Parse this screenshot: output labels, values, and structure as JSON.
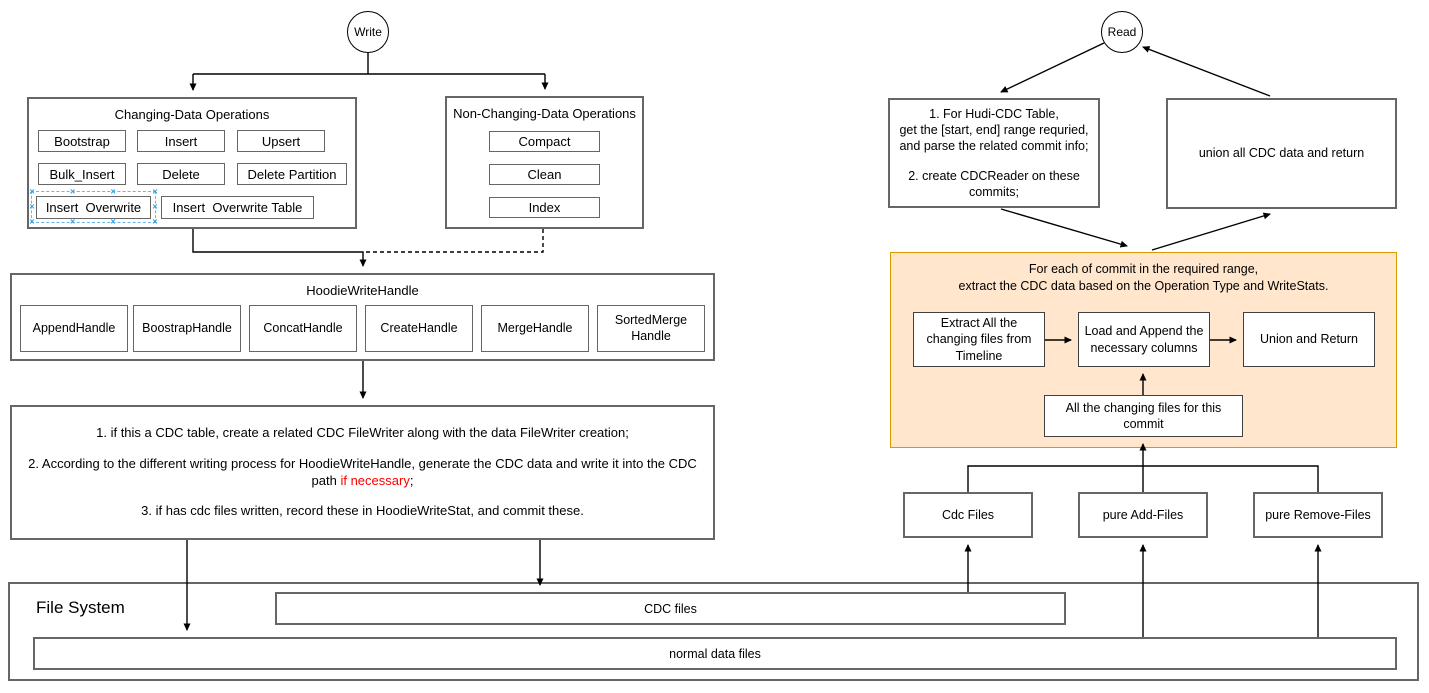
{
  "diagram": {
    "write_label": "Write",
    "read_label": "Read",
    "icons": {
      "selection_handle": "×"
    },
    "colors": {
      "panel_fill": "#ffe6cc",
      "panel_border": "#d79b00",
      "box_border": "#666666",
      "highlight_text": "#ff0000",
      "selection_blue": "#66b5ef"
    },
    "changing_ops": {
      "title": "Changing-Data Operations",
      "items": [
        "Bootstrap",
        "Insert",
        "Upsert",
        "Bulk_Insert",
        "Delete",
        "Delete Partition",
        "Insert  Overwrite",
        "Insert  Overwrite Table"
      ]
    },
    "non_changing_ops": {
      "title": "Non-Changing-Data Operations",
      "items": [
        "Compact",
        "Clean",
        "Index"
      ]
    },
    "write_handle": {
      "title": "HoodieWriteHandle",
      "items": [
        "AppendHandle",
        "BoostrapHandle",
        "ConcatHandle",
        "CreateHandle",
        "MergeHandle",
        "SortedMerge Handle"
      ]
    },
    "write_steps": {
      "step1": "1. if this a CDC table, create a related CDC FileWriter along with the data FileWriter creation;",
      "step2_before": "2. According to the different writing process for HoodieWriteHandle, generate the CDC data and write it into the CDC path ",
      "step2_highlight": "if necessary",
      "step2_after": ";",
      "step3": "3. if has cdc files written, record these in HoodieWriteStat, and commit these."
    },
    "file_system": {
      "title": "File System",
      "cdc_files_label": "CDC files",
      "normal_files_label": "normal data files"
    },
    "read_flow": {
      "prepare_box": {
        "p1_line1": "1. For Hudi-CDC Table,",
        "p1_line2": "get the [start, end] range requried,",
        "p1_line3": "and parse the related commit info;",
        "p2_line1": "2. create CDCReader on these",
        "p2_line2": "commits;"
      },
      "union_box": "union all CDC data and return",
      "extract_panel": {
        "title_line1": "For each of commit in the required range,",
        "title_line2": "extract the CDC data based on the Operation Type and WriteStats.",
        "extract_box": "Extract All the changing files from Timeline",
        "load_box": "Load and Append the necessary columns",
        "union_return_box": "Union and Return",
        "changing_files_box": "All the changing files for this commit"
      },
      "file_boxes": [
        "Cdc Files",
        "pure Add-Files",
        "pure Remove-Files"
      ]
    }
  }
}
